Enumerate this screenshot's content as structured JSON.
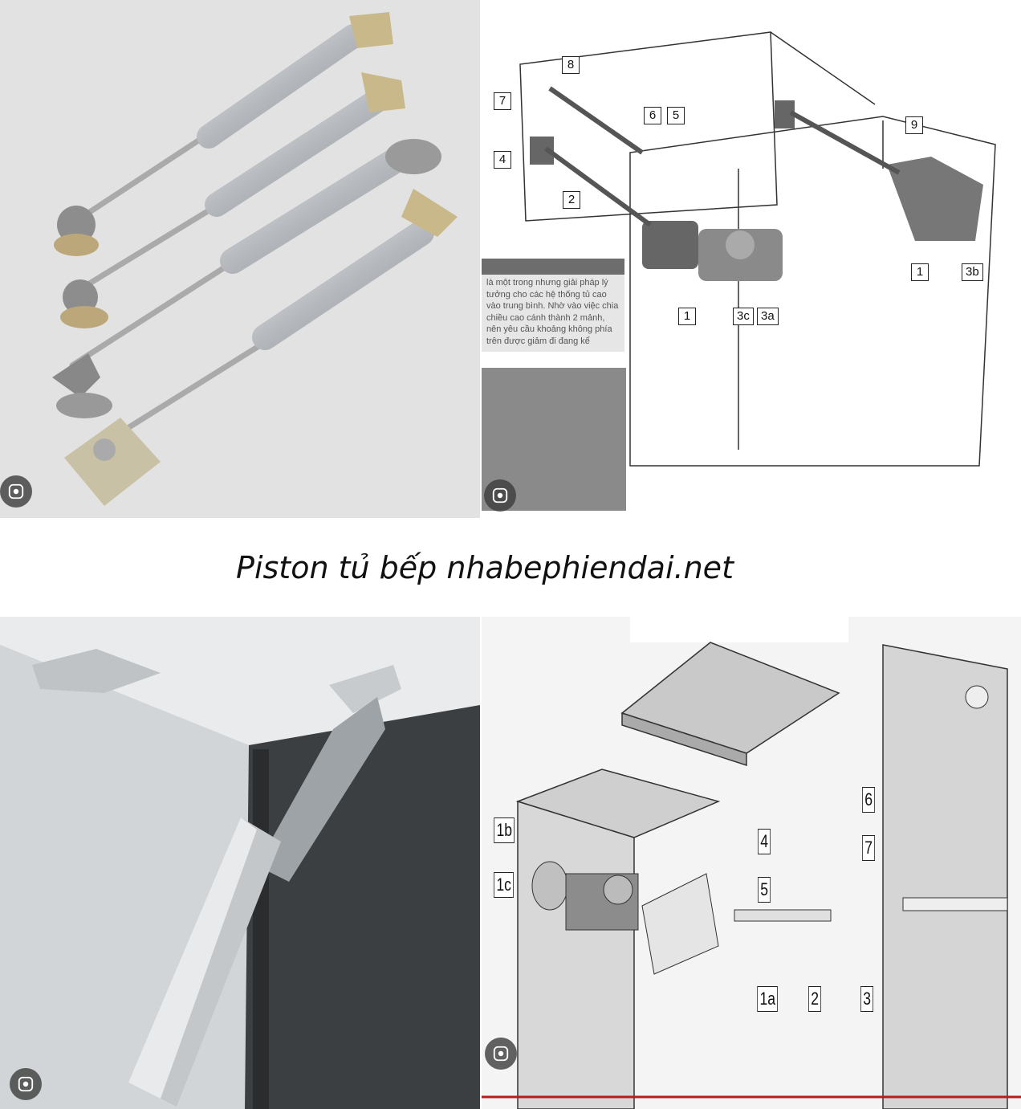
{
  "caption": "Piston tủ bếp nhabephiendai.net",
  "top_right": {
    "description_text": "là một trong nhưng giải pháp lý tưởng cho các hệ thống tủ cao vào trung bình. Nhờ vào việc chia chiều cao cánh thành 2 mảnh, nên yêu cầu khoảng không phía trên được giảm đi đang kể",
    "labels": [
      "8",
      "7",
      "6",
      "5",
      "9",
      "4",
      "2",
      "1",
      "3c",
      "3a",
      "1",
      "3b"
    ]
  },
  "bottom_right": {
    "labels": [
      "1b",
      "1c",
      "4",
      "5",
      "6",
      "7",
      "1a",
      "2",
      "3"
    ]
  },
  "icons": {
    "lens": "google-lens-icon"
  },
  "colors": {
    "panel_bg": "#e2e2e2",
    "metal": "#b8bcc0",
    "accent_line": "#b02020"
  }
}
